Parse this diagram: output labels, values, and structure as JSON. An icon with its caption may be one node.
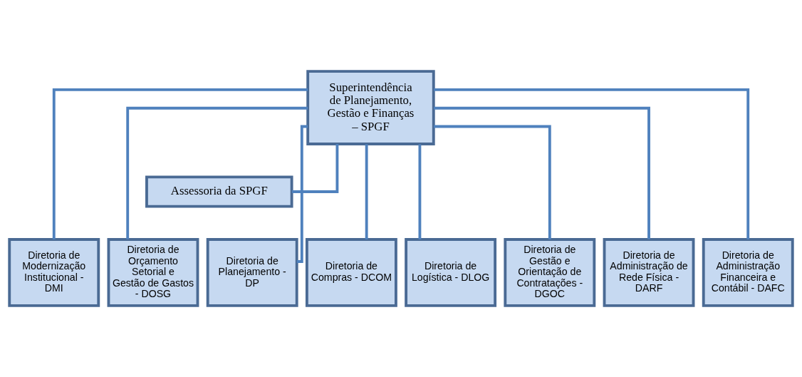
{
  "diagram": {
    "nodes": [
      {
        "text": [
          "Superintendência de Planejamento, Gestão e Finanças – SPGF"
        ]
      },
      {
        "text": [
          "Assessoria da SPGF"
        ]
      },
      {
        "text": [
          "Diretoria de Modernização Institucional - DMI"
        ]
      },
      {
        "text": [
          "Diretoria de Orçamento Setorial e Gestão de Gastos - DOSG"
        ]
      },
      {
        "text": [
          "Diretoria de Planejamento - DP"
        ]
      },
      {
        "text": [
          "Diretoria de Compras - DCOM"
        ]
      },
      {
        "text": [
          "Diretoria de Logística - DLOG"
        ]
      },
      {
        "text": [
          "Diretoria de Gestão e Orientação de Contratações - DGOC"
        ]
      },
      {
        "text": [
          "Diretoria de Administração de Rede Física - DARF"
        ]
      },
      {
        "text": [
          "Diretoria de Administração Financeira e Contábil - DAFC"
        ]
      }
    ],
    "edges": [
      {
        "from": 0,
        "to": 1,
        "arrow": "none"
      },
      {
        "from": 0,
        "to": 2,
        "arrow": "none"
      },
      {
        "from": 0,
        "to": 3,
        "arrow": "none"
      },
      {
        "from": 0,
        "to": 4,
        "arrow": "none"
      },
      {
        "from": 0,
        "to": 5,
        "arrow": "none"
      },
      {
        "from": 0,
        "to": 6,
        "arrow": "none"
      },
      {
        "from": 0,
        "to": 7,
        "arrow": "none"
      },
      {
        "from": 0,
        "to": 8,
        "arrow": "none"
      },
      {
        "from": 0,
        "to": 9,
        "arrow": "none"
      }
    ]
  }
}
